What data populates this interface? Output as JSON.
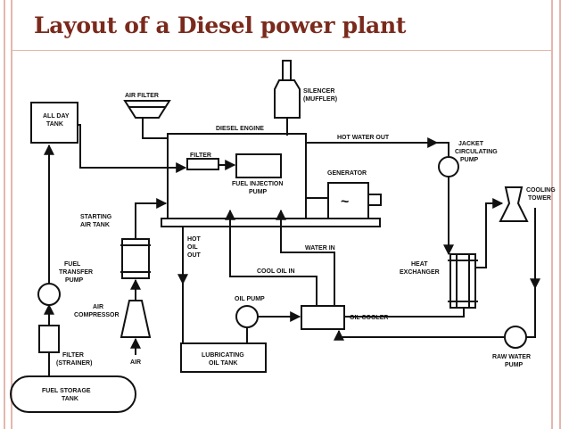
{
  "slide": {
    "title": "Layout of a Diesel power plant",
    "title_color": "#7a2a1c",
    "frame_color": "#e3b7ad"
  },
  "labels": {
    "air_filter": "AIR FILTER",
    "silencer_1": "SILENCER",
    "silencer_2": "(MUFFLER)",
    "all_day_tank_1": "ALL DAY",
    "all_day_tank_2": "TANK",
    "diesel_engine": "DIESEL ENGINE",
    "hot_water_out": "HOT WATER OUT",
    "jacket_pump_1": "JACKET",
    "jacket_pump_2": "CIRCULATING",
    "jacket_pump_3": "PUMP",
    "filter": "FILTER",
    "fuel_injection_1": "FUEL INJECTION",
    "fuel_injection_2": "PUMP",
    "generator": "GENERATOR",
    "generator_symbol": "~",
    "cooling_tower_1": "COOLING",
    "cooling_tower_2": "TOWER",
    "starting_air_tank_1": "STARTING",
    "starting_air_tank_2": "AIR TANK",
    "hot_oil_out_1": "HOT",
    "hot_oil_out_2": "OIL",
    "hot_oil_out_3": "OUT",
    "water_in": "WATER IN",
    "fuel_transfer_pump_1": "FUEL",
    "fuel_transfer_pump_2": "TRANSFER",
    "fuel_transfer_pump_3": "PUMP",
    "cool_oil_in": "COOL OIL IN",
    "heat_exchanger_1": "HEAT",
    "heat_exchanger_2": "EXCHANGER",
    "oil_pump": "OIL PUMP",
    "air_compressor_1": "AIR",
    "air_compressor_2": "COMPRESSOR",
    "oil_cooler": "OIL COOLER",
    "filter_strainer_1": "FILTER",
    "filter_strainer_2": "(STRAINER)",
    "lubricating_tank_1": "LUBRICATING",
    "lubricating_tank_2": "OIL TANK",
    "air": "AIR",
    "raw_water_pump_1": "RAW WATER",
    "raw_water_pump_2": "PUMP",
    "fuel_storage_tank_1": "FUEL STORAGE",
    "fuel_storage_tank_2": "TANK"
  }
}
